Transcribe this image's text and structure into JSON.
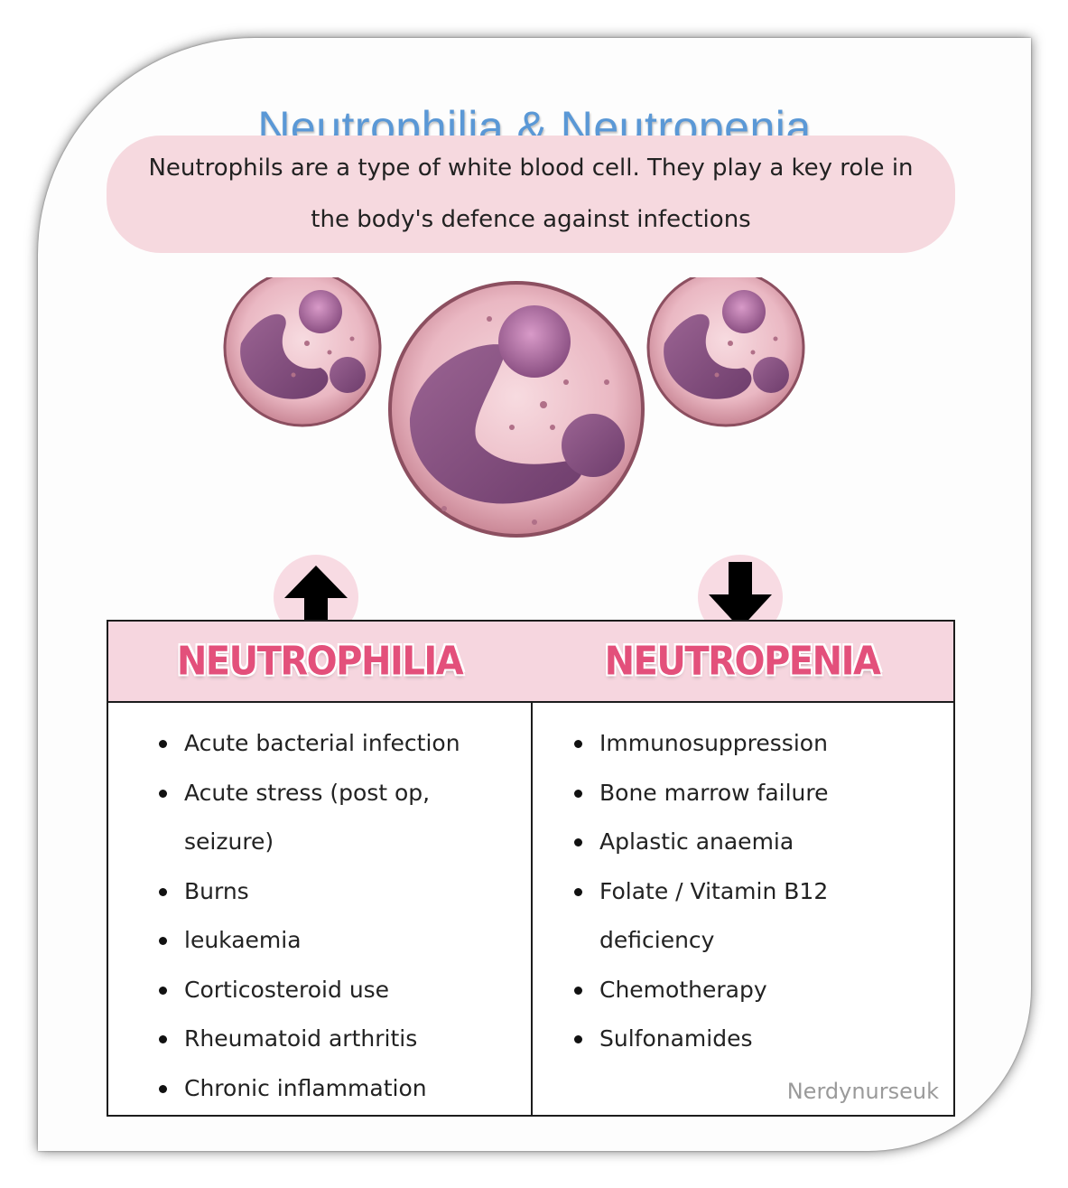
{
  "title": "Neutrophilia & Neutropenia",
  "intro": "Neutrophils are a type of white blood cell. They play a key role in the body's defence against infections",
  "colors": {
    "title": "#5a98d6",
    "banner": "#f6d9df",
    "heading": "#e3507b",
    "header_band": "#f6d6df"
  },
  "illustration": {
    "cell_icon": "neutrophil-cell-icon",
    "arrow_up_icon": "arrow-up-icon",
    "arrow_down_icon": "arrow-down-icon"
  },
  "neutrophilia": {
    "heading": "NEUTROPHILIA",
    "items": [
      "Acute bacterial infection",
      "Acute stress (post op, seizure)",
      "Burns",
      "leukaemia",
      "Corticosteroid use",
      "Rheumatoid arthritis",
      "Chronic inflammation"
    ]
  },
  "neutropenia": {
    "heading": "NEUTROPENIA",
    "items": [
      "Immunosuppression",
      "Bone marrow failure",
      "Aplastic anaemia",
      "Folate / Vitamin B12 deficiency",
      "Chemotherapy",
      "Sulfonamides"
    ]
  },
  "credit": "Nerdynurseuk"
}
